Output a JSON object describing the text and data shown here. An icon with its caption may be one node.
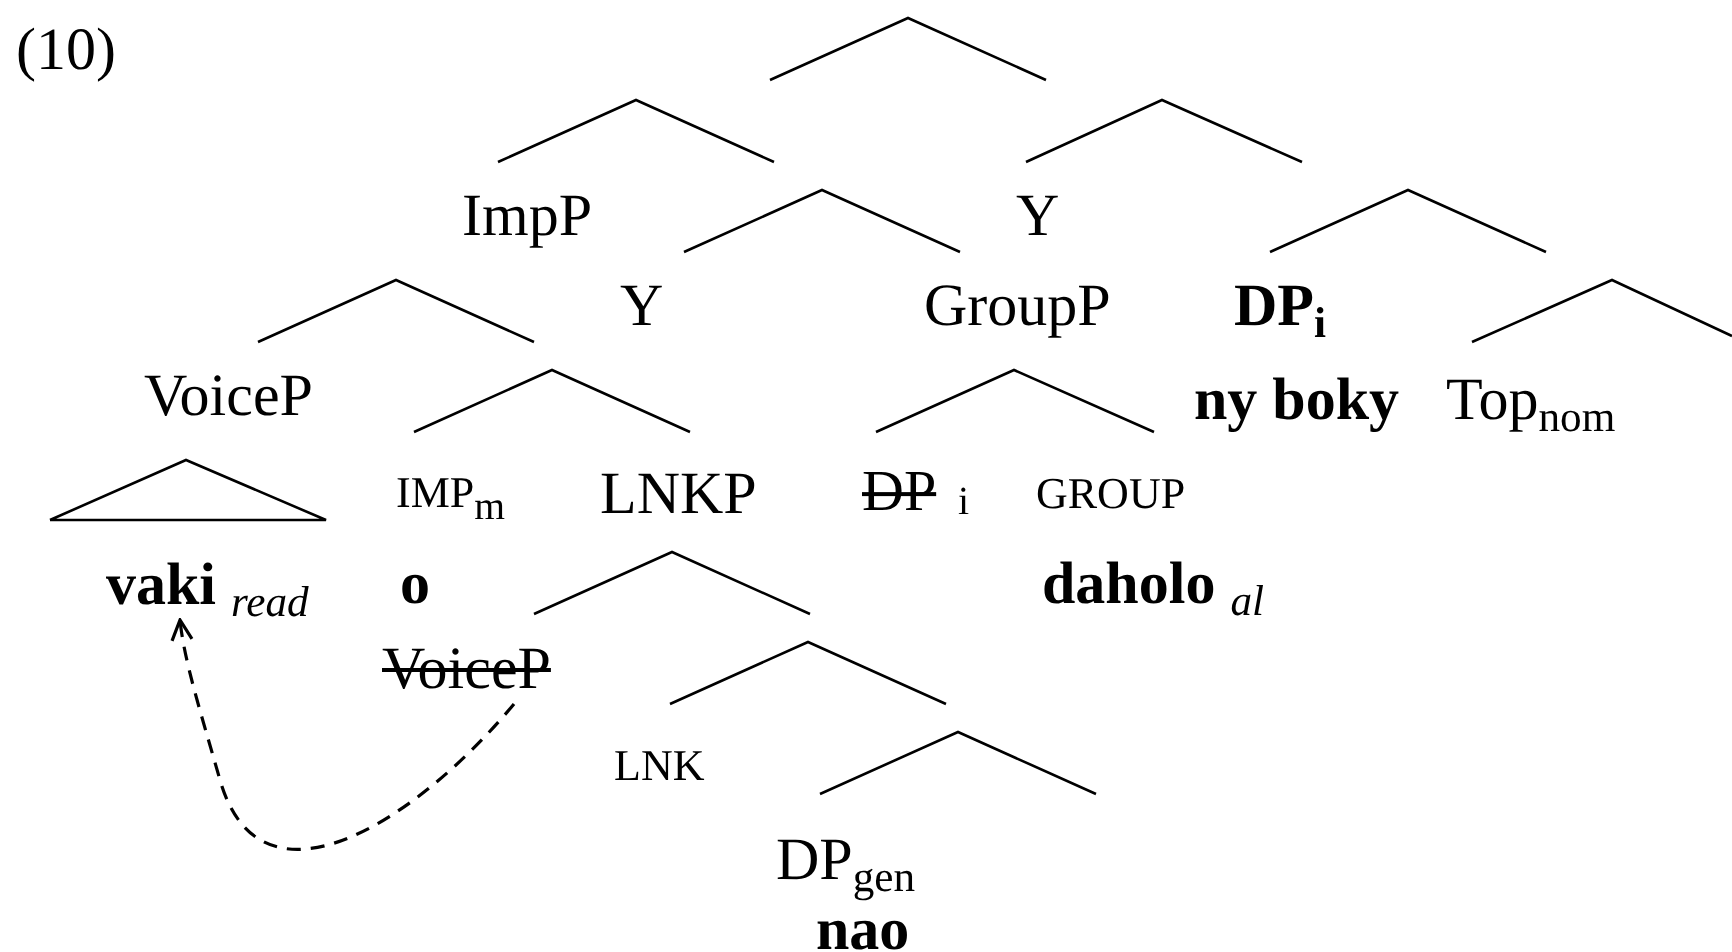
{
  "diagram": {
    "nodes": [
      {
        "text": [
          "**vaki** $_{read}$"
        ]
      },
      {
        "text": [
          "VoiceP"
        ]
      }
    ],
    "edges": [
      {
        "from": 1,
        "to": 0,
        "arrow": "to",
        "style": "dashed"
      }
    ],
    "labels": [
      "(10)",
      "ImpP",
      "Y",
      "Y",
      "GroupP",
      "DP$_{i}$",
      "VoiceP",
      "ny boky",
      "Top$_{nom}$",
      "IMP$_{m}$",
      "LNKP",
      "DP",
      "i",
      "GROUP",
      "o",
      "**daholo** $_{al}$",
      "LNK",
      "DP$_{gen}$",
      "nao"
    ]
  }
}
